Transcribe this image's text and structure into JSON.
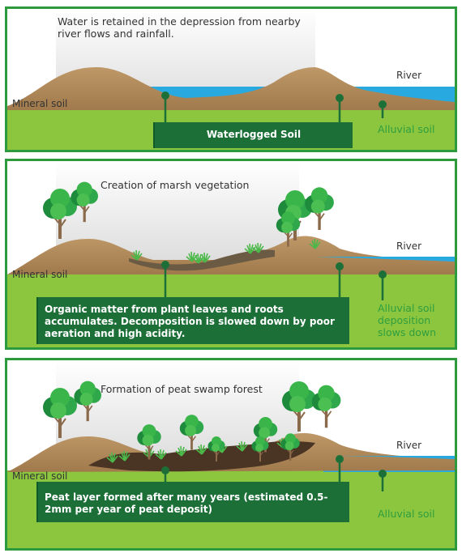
{
  "panel1": {
    "caption": "Water is retained in the depression from nearby river flows and rainfall.",
    "mineral_soil": "Mineral soil",
    "river": "River",
    "alluvial": "Alluvial soil",
    "box_text": "Waterlogged Soil"
  },
  "panel2": {
    "caption": "Creation of marsh vegetation",
    "mineral_soil": "Mineral soil",
    "river": "River",
    "alluvial": "Alluvial soil deposition slows down",
    "box_text": "Organic matter from plant leaves and roots accumulates. Decomposition is slowed down by poor aeration and high acidity."
  },
  "panel3": {
    "caption": "Formation of peat swamp forest",
    "mineral_soil": "Mineral soil",
    "river": "River",
    "alluvial": "Alluvial soil",
    "box_text": "Peat layer formed after many years (estimated 0.5-2mm per year of peat deposit)"
  },
  "colors": {
    "frame": "#2e9a3e",
    "ground": "#8cc63f",
    "mound": "#b08a5c",
    "water": "#28aae1",
    "peat": "#4a3424",
    "box": "#1d6f38"
  }
}
